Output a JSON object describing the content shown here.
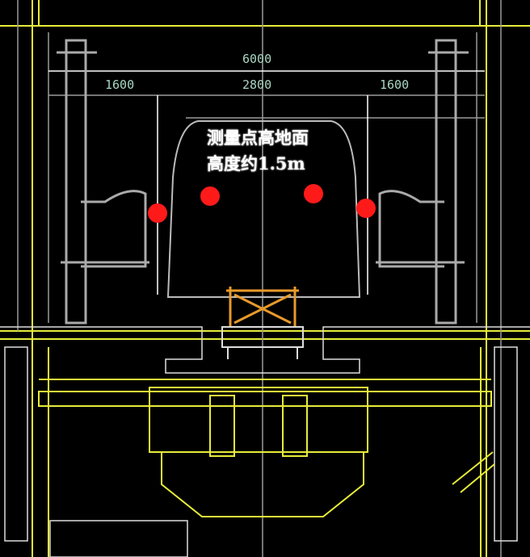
{
  "dimensions": {
    "total": "6000",
    "left": "1600",
    "middle": "2800",
    "right": "1600"
  },
  "annotation": {
    "line1": "测量点高地面",
    "line2": "高度约1.5m"
  },
  "measurement_points": 4,
  "colors": {
    "background": "#000000",
    "frame": "#e6ec3a",
    "lines": "#c8c8c8",
    "point": "#ff1a1a",
    "pantograph": "#e89a2a"
  }
}
